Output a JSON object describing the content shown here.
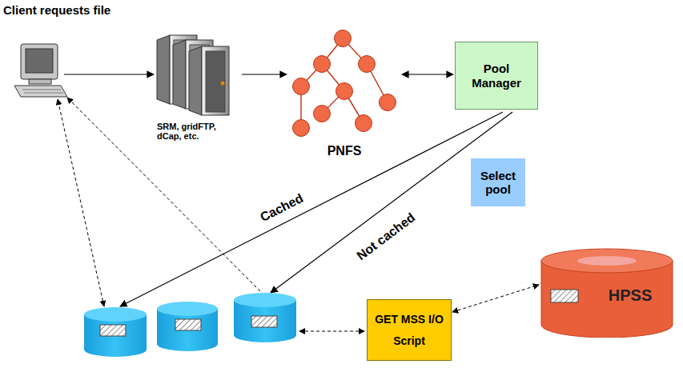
{
  "diagram": {
    "title": "Client requests file",
    "nodes": [
      {
        "text": [
          "SRM, gridFTP, dCap, etc."
        ]
      },
      {
        "text": [
          "PNFS"
        ]
      },
      {
        "text": [
          "Pool Manager"
        ]
      },
      {
        "text": [
          "Select pool"
        ]
      },
      {
        "text": [
          "GET MSS I/O Script"
        ]
      },
      {
        "text": [
          "HPSS"
        ]
      }
    ],
    "edges": [
      {
        "from": 0,
        "to": 1,
        "arrow": "to"
      },
      {
        "from": 1,
        "to": 2,
        "arrow": "both"
      },
      {
        "from": 4,
        "to": 5,
        "arrow": "both"
      }
    ],
    "labels": [
      "Cached",
      "Not cached"
    ]
  }
}
